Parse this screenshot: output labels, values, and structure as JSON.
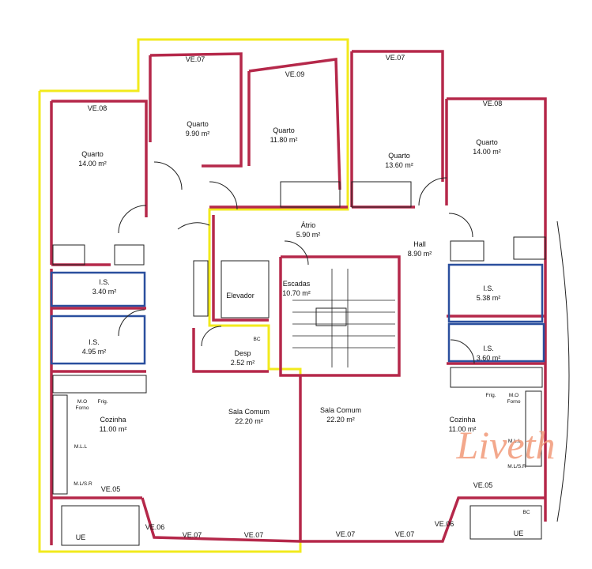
{
  "plan": {
    "rooms": [
      {
        "id": "quarto_a",
        "name": "Quarto",
        "area": "14.00 m²"
      },
      {
        "id": "quarto_b",
        "name": "Quarto",
        "area": "9.90 m²"
      },
      {
        "id": "quarto_c",
        "name": "Quarto",
        "area": "11.80 m²"
      },
      {
        "id": "quarto_d",
        "name": "Quarto",
        "area": "13.60 m²"
      },
      {
        "id": "quarto_e",
        "name": "Quarto",
        "area": "14.00 m²"
      },
      {
        "id": "atrio",
        "name": "Átrio",
        "area": "5.90 m²"
      },
      {
        "id": "hall",
        "name": "Hall",
        "area": "8.90 m²"
      },
      {
        "id": "is_a",
        "name": "I.S.",
        "area": "3.40 m²"
      },
      {
        "id": "is_b",
        "name": "I.S.",
        "area": "4.95 m²"
      },
      {
        "id": "is_c",
        "name": "I.S.",
        "area": "5.38 m²"
      },
      {
        "id": "is_d",
        "name": "I.S.",
        "area": "3.60 m²"
      },
      {
        "id": "elevador",
        "name": "Elevador",
        "area": ""
      },
      {
        "id": "escadas",
        "name": "Escadas",
        "area": "10.70 m²"
      },
      {
        "id": "desp",
        "name": "Desp",
        "area": "2.52 m²"
      },
      {
        "id": "sala_a",
        "name": "Sala Comum",
        "area": "22.20 m²"
      },
      {
        "id": "sala_b",
        "name": "Sala Comum",
        "area": "22.20 m²"
      },
      {
        "id": "cozinha_a",
        "name": "Cozinha",
        "area": "11.00 m²"
      },
      {
        "id": "cozinha_b",
        "name": "Cozinha",
        "area": "11.00 m²"
      }
    ],
    "codes": {
      "ve07_top_left": "VE.07",
      "ve09": "VE.09",
      "ve08_left": "VE.08",
      "ve07_top_right": "VE.07",
      "ve08_right": "VE.08",
      "ve05_left": "VE.05",
      "ve06_left": "VE.06",
      "ve07_b1": "VE.07",
      "ve07_b2": "VE.07",
      "ve07_b3": "VE.07",
      "ve07_b4": "VE.07",
      "ve06_right": "VE.06",
      "ve05_right": "VE.05",
      "ue_left": "UE",
      "ue_right": "UE",
      "bc_desp": "BC",
      "bc_right": "BC"
    },
    "appliances": {
      "mo_left": "M.O",
      "forno_left": "Forno",
      "frig_left": "Frig.",
      "mll_left": "M.L.L",
      "mlsr_left": "M.L/S.R",
      "frig_right": "Frig.",
      "mo_right": "M.O",
      "forno_right": "Forno",
      "mll_right": "M.L.L",
      "mlsr_right": "M.L/S.R"
    },
    "watermark": "Liveth",
    "colors": {
      "wall_red": "#b5284a",
      "wall_blue": "#2a4f9e",
      "outline_yellow": "#f2ea1c",
      "ink": "#111111",
      "watermark": "#f29a78"
    }
  }
}
